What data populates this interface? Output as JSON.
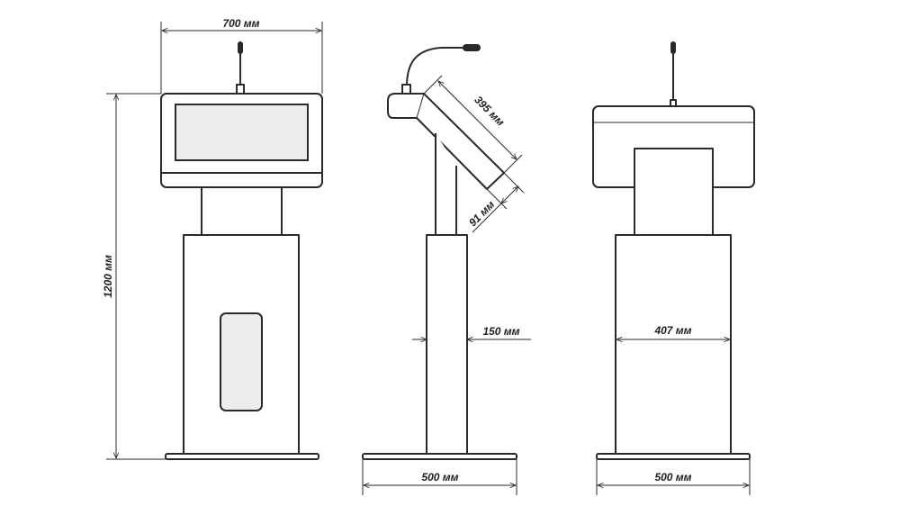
{
  "dimensions": {
    "front_width": "700 мм",
    "height": "1200 мм",
    "screen_length": "395 мм",
    "screen_depth": "91 мм",
    "column_width": "150 мм",
    "side_base": "500 мм",
    "back_body_width": "407 мм",
    "back_base": "500 мм"
  },
  "colors": {
    "line": "#2a2a2a",
    "screen_fill": "#ececec",
    "background": "#ffffff"
  }
}
